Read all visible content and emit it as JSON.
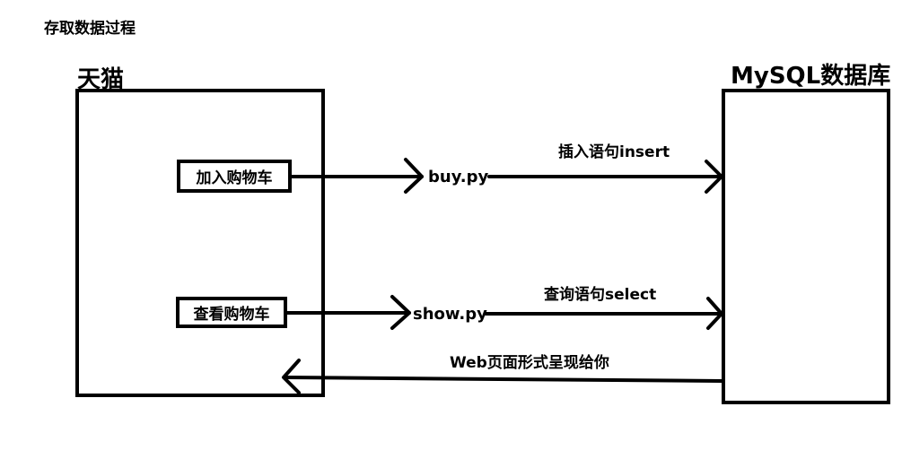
{
  "title": "存取数据过程",
  "tmall": {
    "label": "天猫",
    "add_to_cart": "加入购物车",
    "view_cart": "查看购物车"
  },
  "database": {
    "label": "MySQL数据库"
  },
  "scripts": {
    "buy": "buy.py",
    "show": "show.py"
  },
  "edges": {
    "insert": "插入语句insert",
    "select": "查询语句select",
    "web_return": "Web页面形式呈现给你"
  },
  "colors": {
    "stroke": "#000000",
    "background": "#ffffff"
  }
}
